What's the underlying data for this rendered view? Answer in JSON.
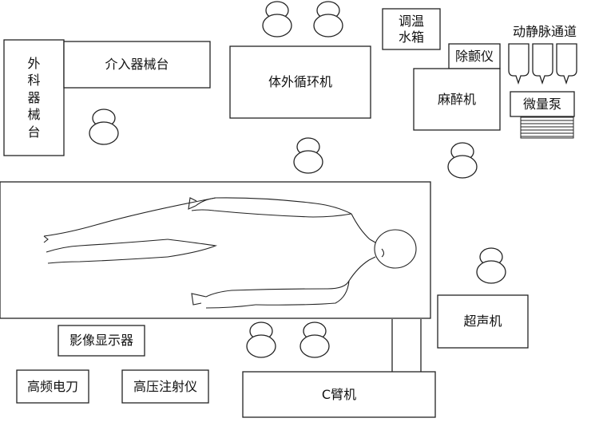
{
  "labels": {
    "outer_instrument_table": "外\n科\n器\n械\n台",
    "interventional_instrument_table": "介入器械台",
    "extracorporeal_circulation_machine": "体外循环机",
    "water_tank": "调温\n水箱",
    "defibrillator": "除颤仪",
    "anesthesia_machine": "麻醉机",
    "iv_access": "动静脉通道",
    "micro_pump": "微量泵",
    "ultrasound_machine": "超声机",
    "image_display": "影像显示器",
    "electrosurgical_knife": "高频电刀",
    "high_pressure_injector": "高压注射仪",
    "c_arm": "C臂机"
  },
  "colors": {
    "stroke": "#222222",
    "fill": "#ffffff",
    "text": "#111111"
  }
}
